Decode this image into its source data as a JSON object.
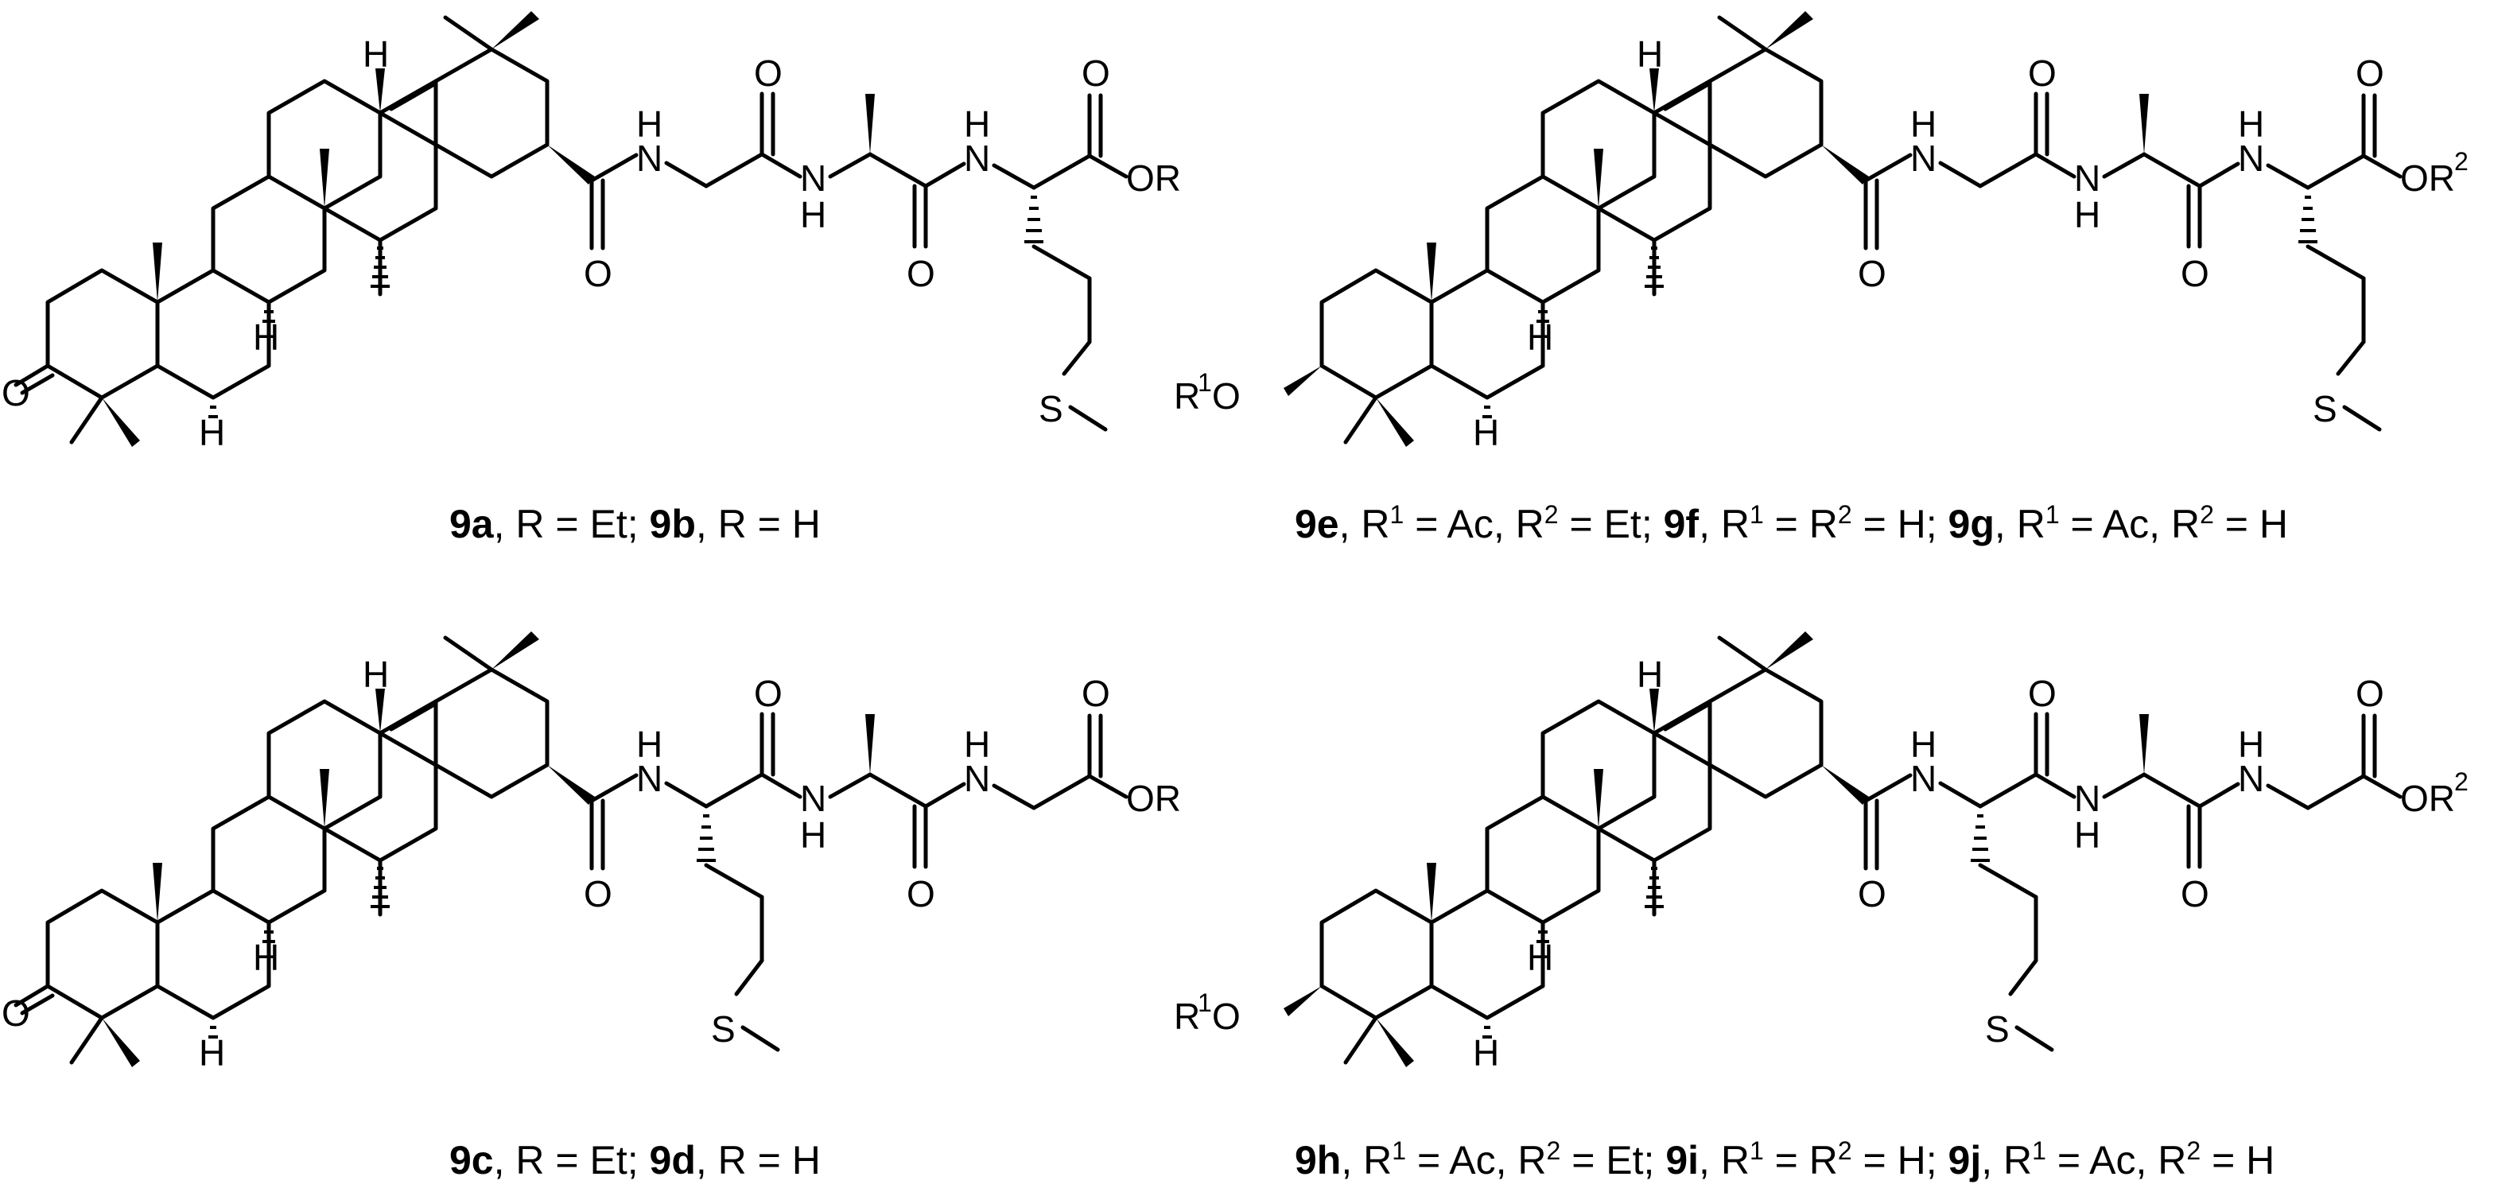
{
  "atom_labels": {
    "H": "H",
    "N_H": "H",
    "N": "N",
    "O": "O",
    "S": "S",
    "OR": "OR",
    "OR2_base": "OR",
    "OR2_sup": "2",
    "R1_base": "R",
    "R1_sup": "1",
    "R1_O": "O"
  },
  "compounds": [
    {
      "id": "9a-9b",
      "ring_oxygen": "ketone",
      "ester_label": "OR",
      "caption": [
        {
          "text": "9a",
          "style": "bold"
        },
        {
          "text": ", R = Et; ",
          "style": "normal"
        },
        {
          "text": "9b",
          "style": "bold"
        },
        {
          "text": ", R = H",
          "style": "normal"
        }
      ]
    },
    {
      "id": "9e-9g",
      "ring_oxygen": "R1O",
      "ester_label": "OR2",
      "caption": [
        {
          "text": "9e",
          "style": "bold"
        },
        {
          "text": ", R",
          "style": "normal"
        },
        {
          "text": "1",
          "style": "sup"
        },
        {
          "text": " = Ac, R",
          "style": "normal"
        },
        {
          "text": "2",
          "style": "sup"
        },
        {
          "text": " = Et; ",
          "style": "normal"
        },
        {
          "text": "9f",
          "style": "bold"
        },
        {
          "text": ", R",
          "style": "normal"
        },
        {
          "text": "1",
          "style": "sup"
        },
        {
          "text": " = R",
          "style": "normal"
        },
        {
          "text": "2",
          "style": "sup"
        },
        {
          "text": " = H; ",
          "style": "normal"
        },
        {
          "text": "9g",
          "style": "bold"
        },
        {
          "text": ", R",
          "style": "normal"
        },
        {
          "text": "1",
          "style": "sup"
        },
        {
          "text": " = Ac, R",
          "style": "normal"
        },
        {
          "text": "2",
          "style": "sup"
        },
        {
          "text": " = H",
          "style": "normal"
        }
      ]
    },
    {
      "id": "9c-9d",
      "ring_oxygen": "ketone",
      "ester_label": "OR",
      "caption": [
        {
          "text": "9c",
          "style": "bold"
        },
        {
          "text": ", R = Et; ",
          "style": "normal"
        },
        {
          "text": "9d",
          "style": "bold"
        },
        {
          "text": ", R = H",
          "style": "normal"
        }
      ]
    },
    {
      "id": "9h-9j",
      "ring_oxygen": "R1O",
      "ester_label": "OR2",
      "caption": [
        {
          "text": "9h",
          "style": "bold"
        },
        {
          "text": ", R",
          "style": "normal"
        },
        {
          "text": "1",
          "style": "sup"
        },
        {
          "text": " = Ac, R",
          "style": "normal"
        },
        {
          "text": "2",
          "style": "sup"
        },
        {
          "text": " = Et; ",
          "style": "normal"
        },
        {
          "text": "9i",
          "style": "bold"
        },
        {
          "text": ", R",
          "style": "normal"
        },
        {
          "text": "1",
          "style": "sup"
        },
        {
          "text": " = R",
          "style": "normal"
        },
        {
          "text": "2",
          "style": "sup"
        },
        {
          "text": " = H; ",
          "style": "normal"
        },
        {
          "text": "9j",
          "style": "bold"
        },
        {
          "text": ", R",
          "style": "normal"
        },
        {
          "text": "1",
          "style": "sup"
        },
        {
          "text": " = Ac, R",
          "style": "normal"
        },
        {
          "text": "2",
          "style": "sup"
        },
        {
          "text": " = H",
          "style": "normal"
        }
      ]
    }
  ]
}
